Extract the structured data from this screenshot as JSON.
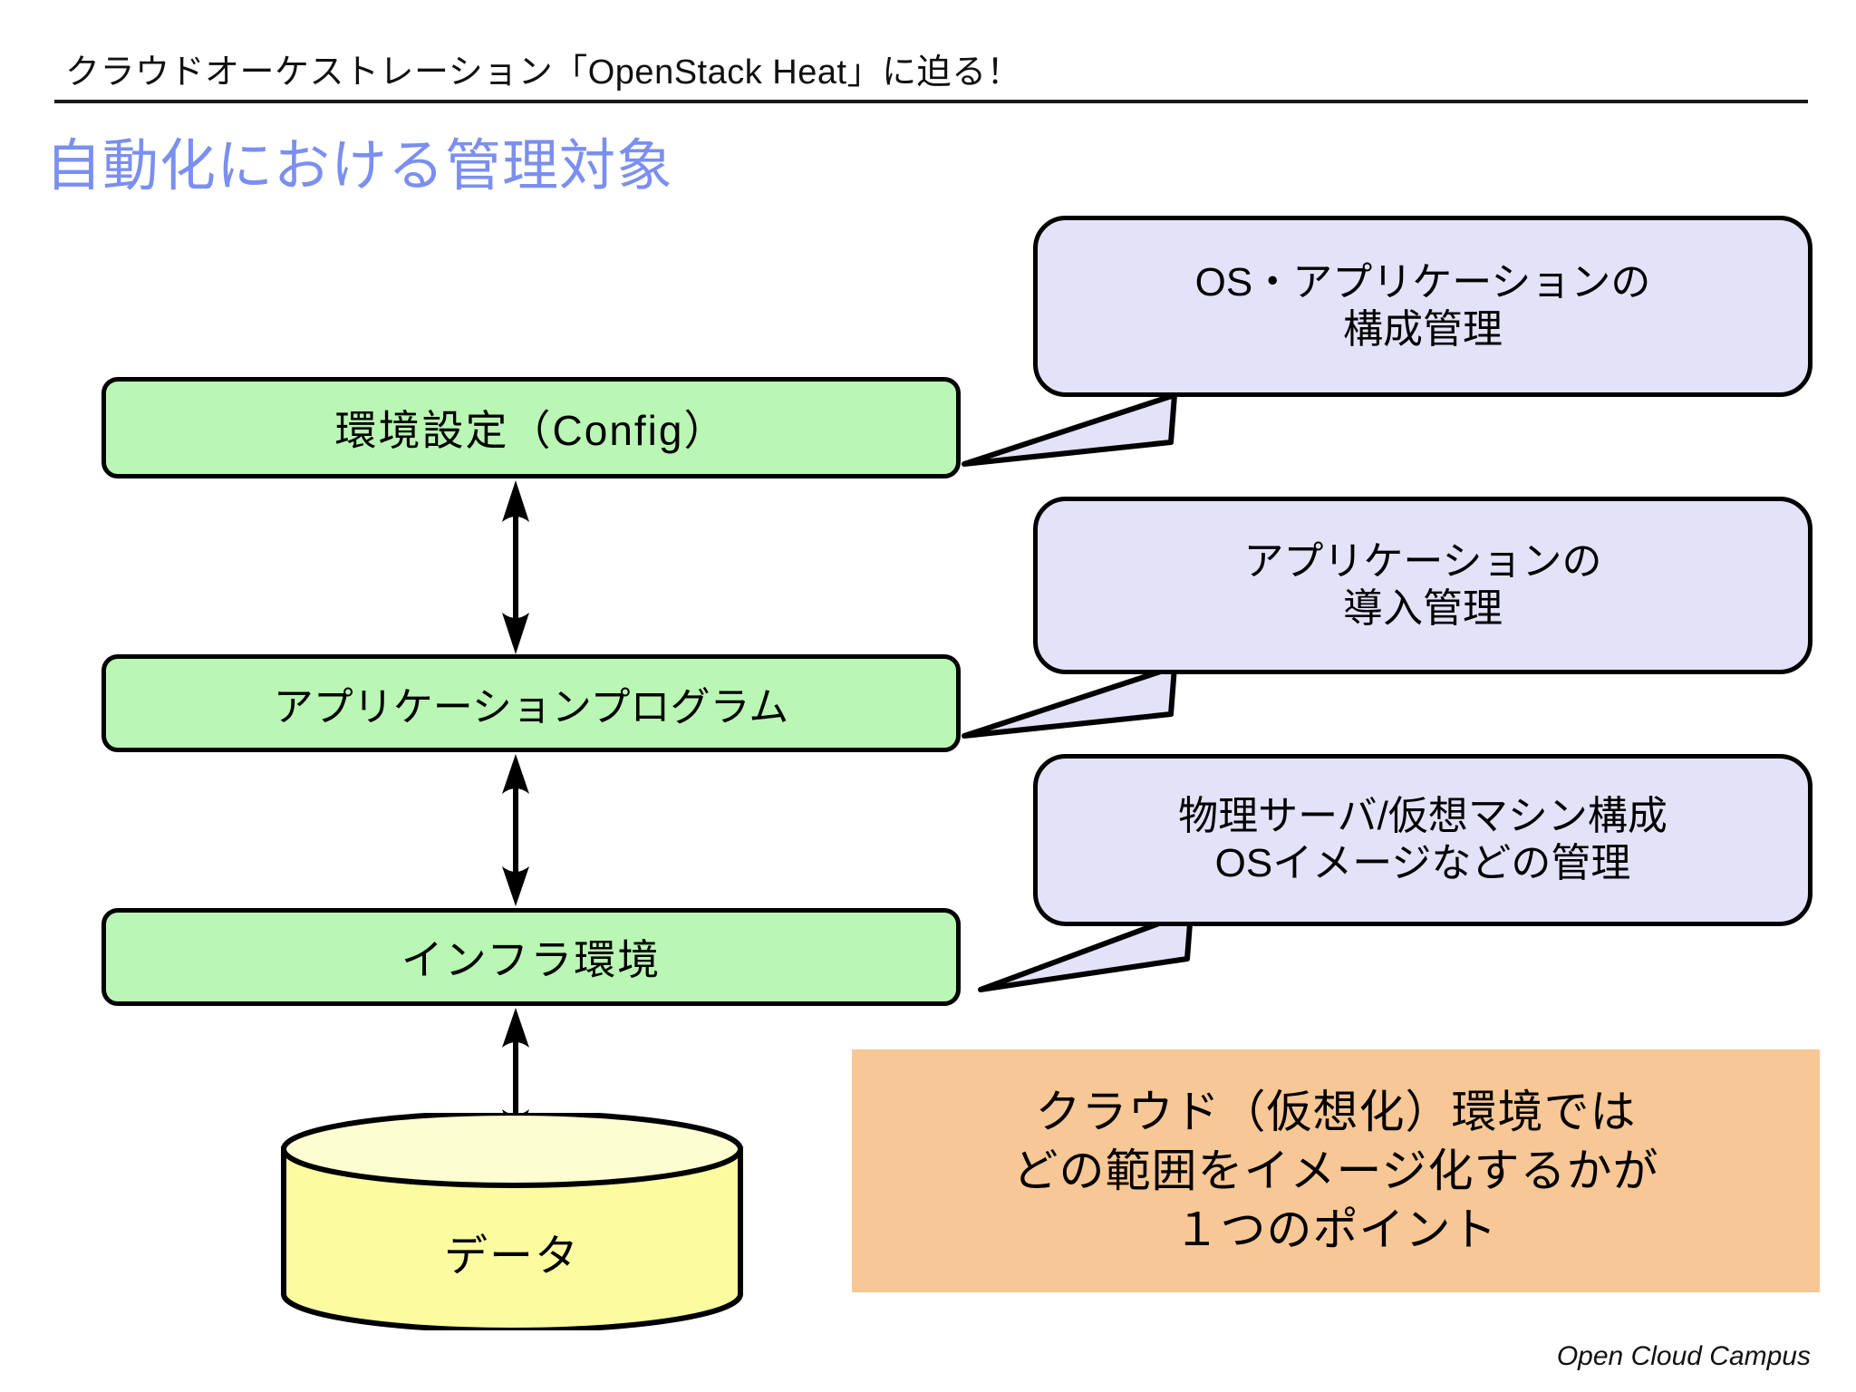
{
  "header": {
    "breadcrumb": "クラウドオーケストレーション「OpenStack Heat」に迫る！",
    "title": "自動化における管理対象"
  },
  "colors": {
    "title": "#7b8ff0",
    "green_box_fill": "#baf7b4",
    "bubble_fill": "#e4e2f8",
    "orange_fill": "#f8c796",
    "cylinder_fill": "#fbfba0",
    "cylinder_top_fill": "#fdfdd2",
    "stroke": "#000000"
  },
  "stack": {
    "boxes": [
      {
        "label": "環境設定（Config）"
      },
      {
        "label": "アプリケーションプログラム"
      },
      {
        "label": "インフラ環境"
      }
    ],
    "datastore": {
      "label": "データ",
      "shape": "cylinder"
    },
    "arrows": [
      {
        "name": "arrow-config-app",
        "direction": "double-vertical"
      },
      {
        "name": "arrow-app-infra",
        "direction": "double-vertical"
      },
      {
        "name": "arrow-infra-data",
        "direction": "double-vertical"
      }
    ]
  },
  "bubbles": [
    {
      "name": "bubble-config",
      "lines": [
        "OS・アプリケーションの",
        "構成管理"
      ]
    },
    {
      "name": "bubble-application",
      "lines": [
        "アプリケーションの",
        "導入管理"
      ]
    },
    {
      "name": "bubble-infrastructure",
      "lines": [
        "物理サーバ/仮想マシン構成",
        "OSイメージなどの管理"
      ]
    }
  ],
  "callout": {
    "lines": [
      "クラウド（仮想化）環境では",
      "どの範囲をイメージ化するかが",
      "１つのポイント"
    ]
  },
  "footer": {
    "text": "Open Cloud Campus"
  }
}
